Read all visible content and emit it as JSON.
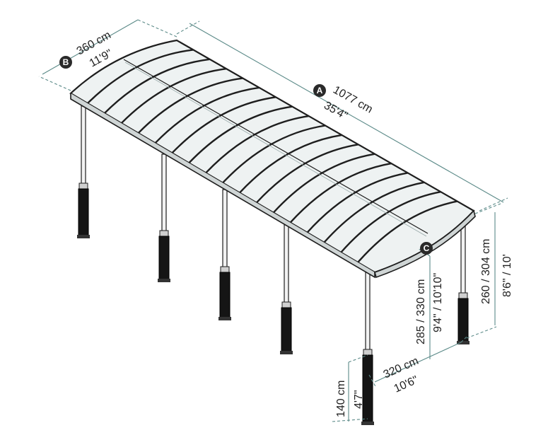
{
  "colors": {
    "roof_fill": "#eef2f2",
    "roof_stroke": "#1e1e1e",
    "dim_line": "#5b8a88",
    "post": "#f2f2f2",
    "footing": "#151515",
    "text": "#222222",
    "marker": "#2a2a2a"
  },
  "markers": {
    "a": "A",
    "b": "B",
    "c": "C"
  },
  "dimensions": {
    "length_cm": "1077 cm",
    "length_ft": "35'4\"",
    "width_cm": "360 cm",
    "width_ft": "11'9\"",
    "height_max_cm": "285 / 330 cm",
    "height_max_ft": "9'4\" / 10'10\"",
    "height_side_cm": "260 / 304 cm",
    "height_side_ft": "8'6\" / 10'",
    "post_span_cm": "320 cm",
    "post_span_ft": "10'6\"",
    "footing_cm": "140 cm",
    "footing_ft": "4'7\""
  }
}
